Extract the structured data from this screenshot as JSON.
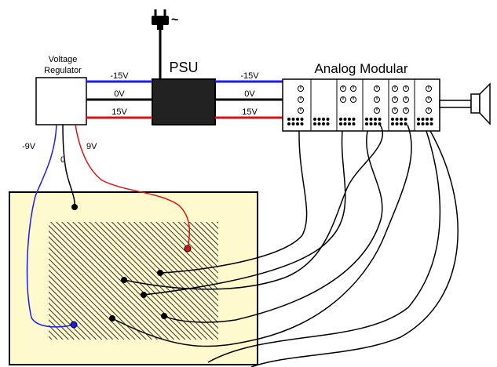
{
  "diagram": {
    "voltage_regulator_label": [
      "Voltage",
      "Regulator"
    ],
    "psu_label": "PSU",
    "mains_symbol": "~",
    "analog_modular_label": "Analog Modular",
    "rails_left": [
      "-15V",
      "0V",
      "15V"
    ],
    "rails_right": [
      "-15V",
      "0V",
      "15V"
    ],
    "regulator_outputs": [
      "-9V",
      "0",
      "9V"
    ]
  },
  "colors": {
    "neg_rail": "#1a1aff",
    "pos_rail": "#e01010",
    "ground": "#000000",
    "board_fill": "#fffacd",
    "hatch": "#333333"
  }
}
